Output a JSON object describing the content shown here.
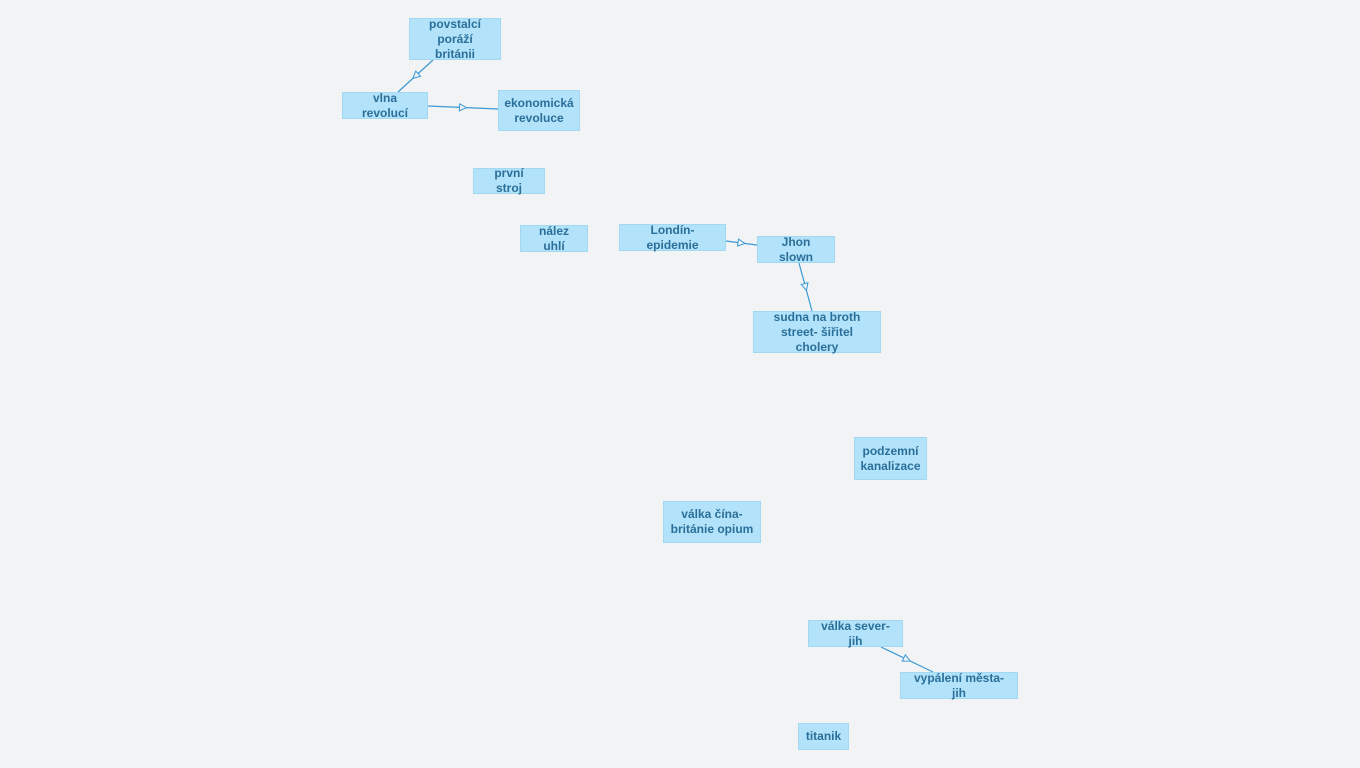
{
  "diagram": {
    "colors": {
      "background": "#f1f3f5",
      "node_fill": "#b3e3fa",
      "node_border": "#a3d8f2",
      "node_text": "#2a6f99",
      "edge": "#3a9ad5"
    },
    "nodes": [
      {
        "id": "n1",
        "label": "povstalcí\nporáží británii"
      },
      {
        "id": "n2",
        "label": "vlna revolucí"
      },
      {
        "id": "n3",
        "label": "ekonomická\nrevoluce"
      },
      {
        "id": "n4",
        "label": "první stroj"
      },
      {
        "id": "n5",
        "label": "nález uhlí"
      },
      {
        "id": "n6",
        "label": "Londín-epidemie"
      },
      {
        "id": "n7",
        "label": "Jhon slown"
      },
      {
        "id": "n8",
        "label": "sudna na broth\nstreet- šiřitel cholery"
      },
      {
        "id": "n9",
        "label": "podzemní\nkanalizace"
      },
      {
        "id": "n10",
        "label": "válka čína-\nbritánie opium"
      },
      {
        "id": "n11",
        "label": "válka sever-jih"
      },
      {
        "id": "n12",
        "label": "vypálení města- jih"
      },
      {
        "id": "n13",
        "label": "titanik"
      }
    ],
    "edges": [
      {
        "from": "n1",
        "to": "n2"
      },
      {
        "from": "n2",
        "to": "n3"
      },
      {
        "from": "n6",
        "to": "n7"
      },
      {
        "from": "n7",
        "to": "n8"
      },
      {
        "from": "n11",
        "to": "n12"
      }
    ]
  }
}
